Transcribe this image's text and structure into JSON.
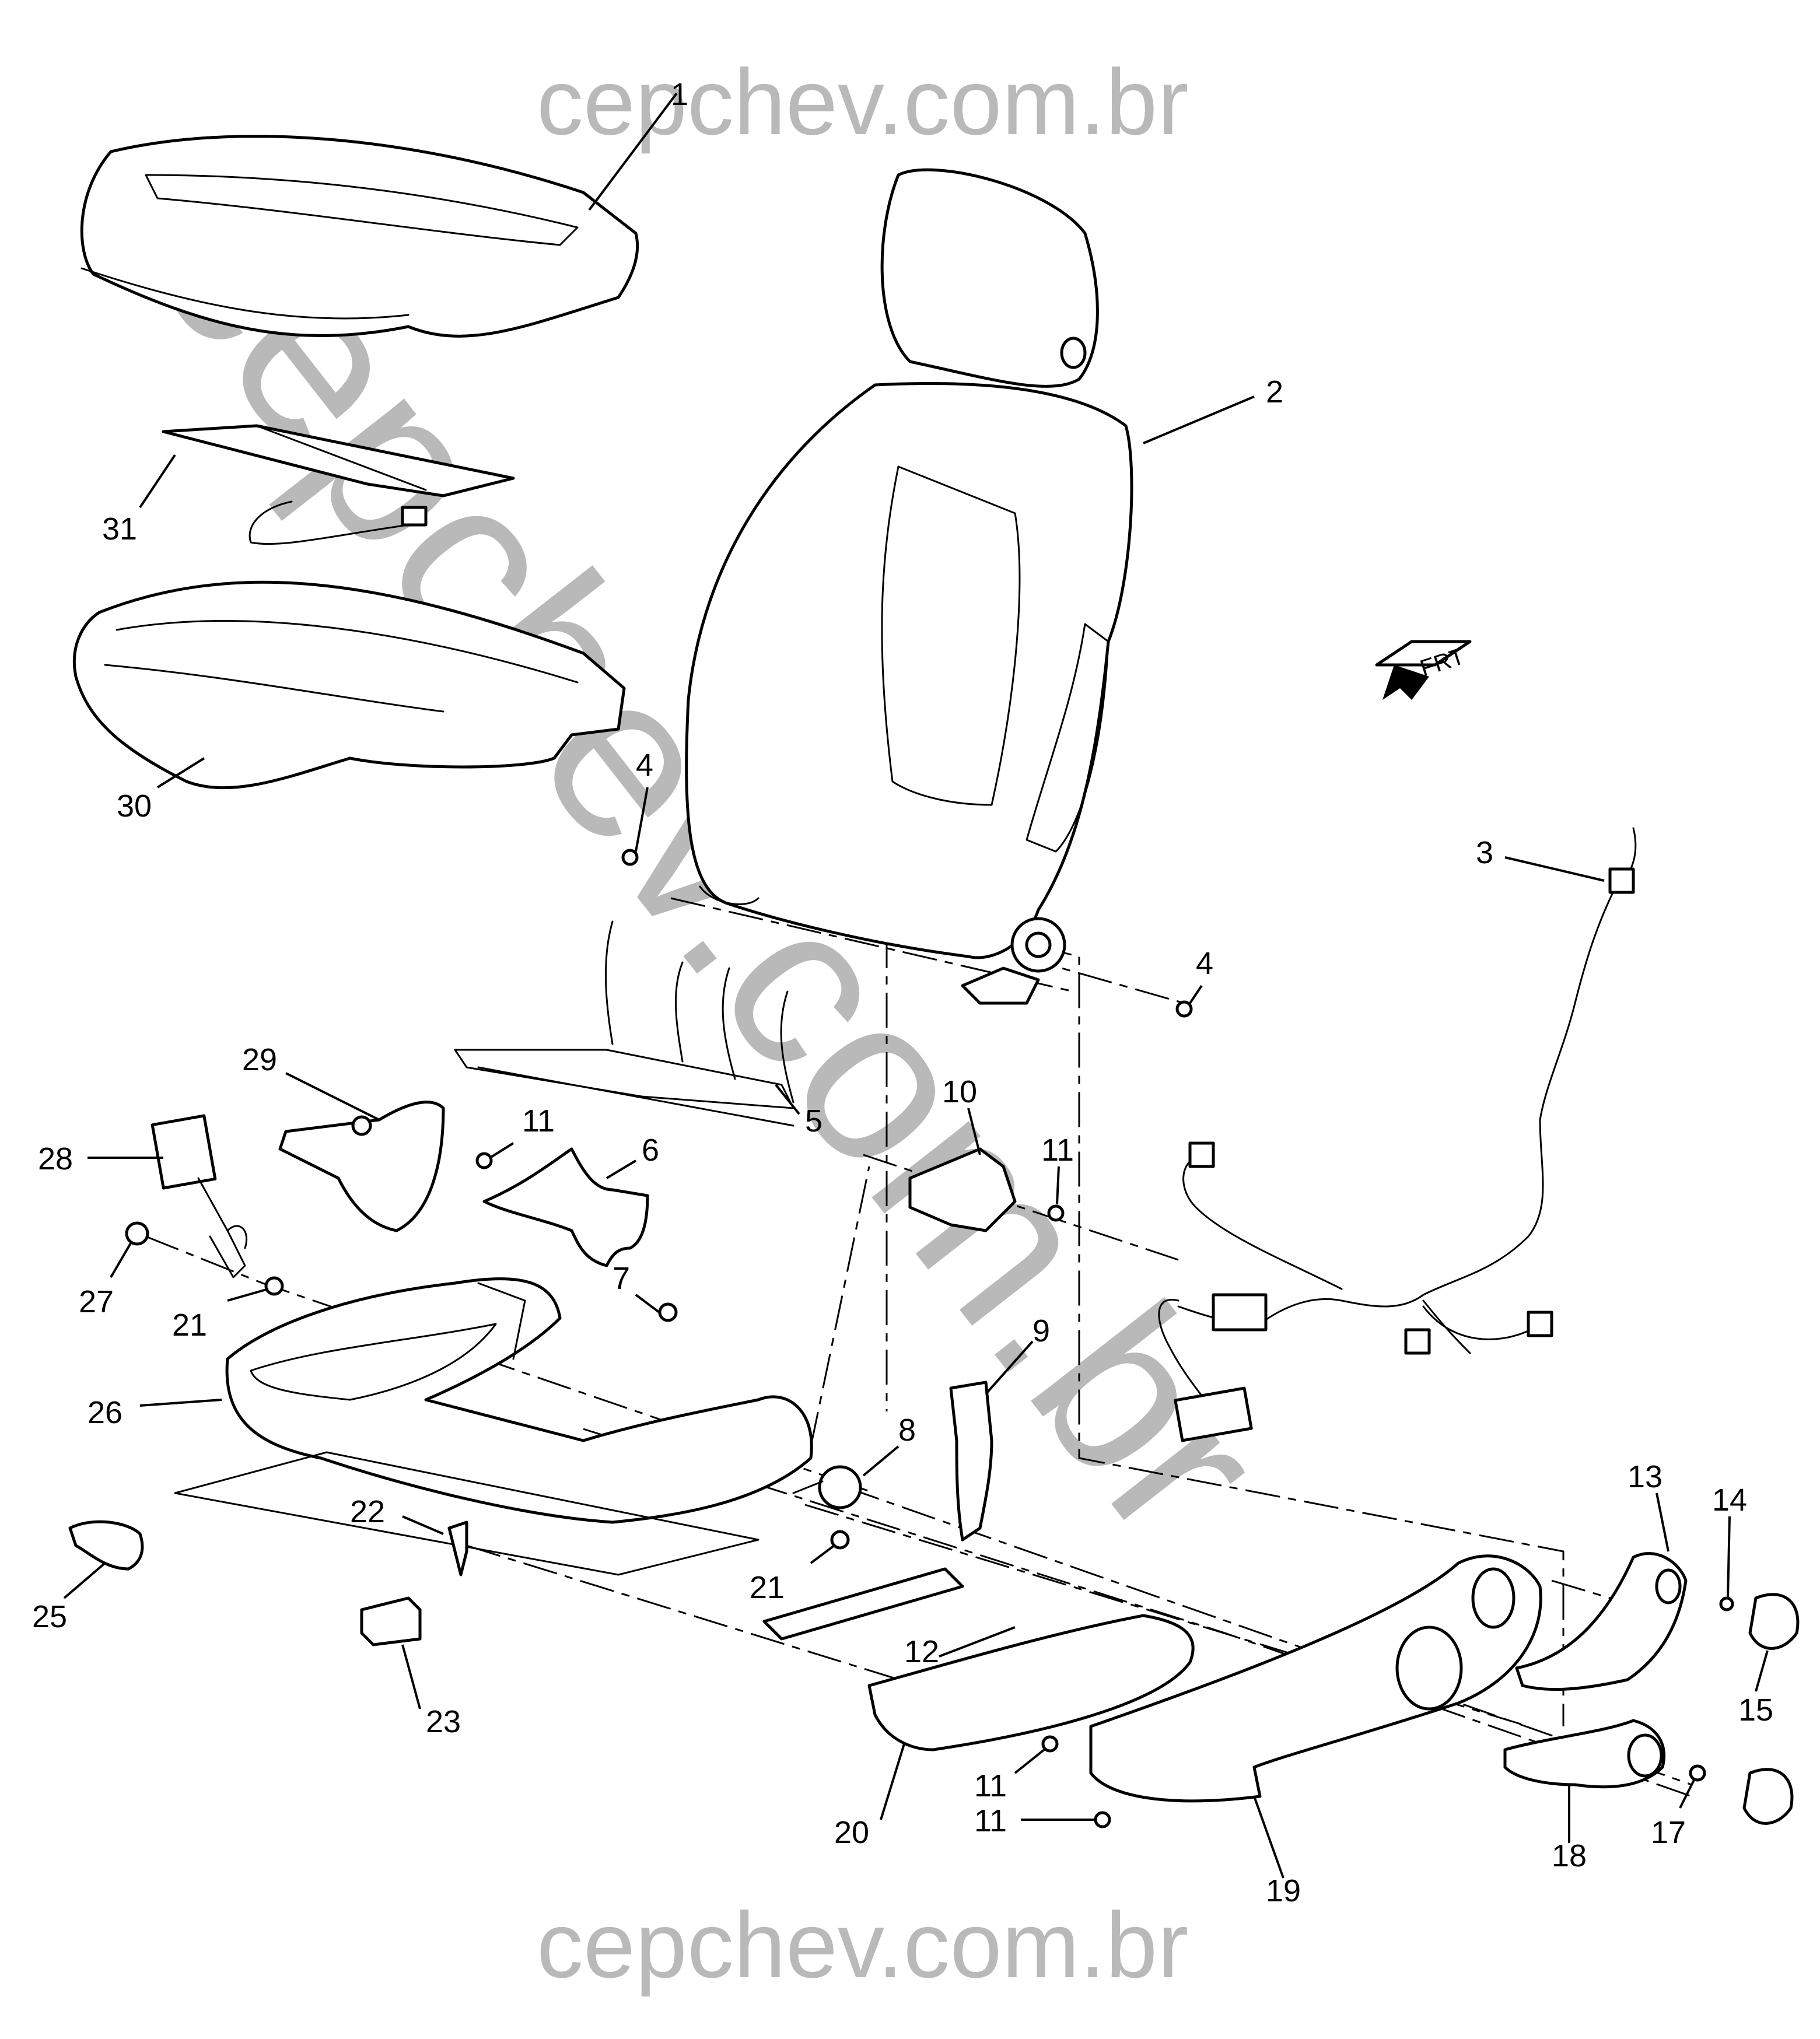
{
  "watermark": {
    "top": "cepchev.com.br",
    "bottom": "cepchev.com.br",
    "diagonal": "cepchev.com.br"
  },
  "direction_label": "FRT",
  "callouts": [
    {
      "id": "c1",
      "label": "1"
    },
    {
      "id": "c2",
      "label": "2"
    },
    {
      "id": "c3",
      "label": "3"
    },
    {
      "id": "c4a",
      "label": "4"
    },
    {
      "id": "c4b",
      "label": "4"
    },
    {
      "id": "c5",
      "label": "5"
    },
    {
      "id": "c6",
      "label": "6"
    },
    {
      "id": "c7",
      "label": "7"
    },
    {
      "id": "c8",
      "label": "8"
    },
    {
      "id": "c9",
      "label": "9"
    },
    {
      "id": "c10",
      "label": "10"
    },
    {
      "id": "c11a",
      "label": "11"
    },
    {
      "id": "c11b",
      "label": "11"
    },
    {
      "id": "c11c",
      "label": "11"
    },
    {
      "id": "c11d",
      "label": "11"
    },
    {
      "id": "c12",
      "label": "12"
    },
    {
      "id": "c13",
      "label": "13"
    },
    {
      "id": "c14",
      "label": "14"
    },
    {
      "id": "c15",
      "label": "15"
    },
    {
      "id": "c17",
      "label": "17"
    },
    {
      "id": "c18",
      "label": "18"
    },
    {
      "id": "c19",
      "label": "19"
    },
    {
      "id": "c20",
      "label": "20"
    },
    {
      "id": "c21a",
      "label": "21"
    },
    {
      "id": "c21b",
      "label": "21"
    },
    {
      "id": "c22",
      "label": "22"
    },
    {
      "id": "c23",
      "label": "23"
    },
    {
      "id": "c25",
      "label": "25"
    },
    {
      "id": "c26",
      "label": "26"
    },
    {
      "id": "c27",
      "label": "27"
    },
    {
      "id": "c28",
      "label": "28"
    },
    {
      "id": "c29",
      "label": "29"
    },
    {
      "id": "c30",
      "label": "30"
    },
    {
      "id": "c31",
      "label": "31"
    }
  ]
}
